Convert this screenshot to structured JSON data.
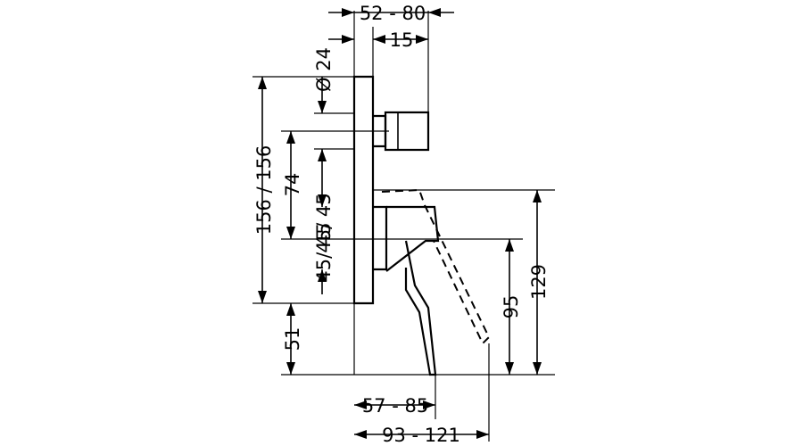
{
  "dimensions": {
    "top_total": "52 - 80",
    "top_offset": "15",
    "diameter": "Ø 24",
    "height_total": "156 / 156",
    "spacing": "74",
    "upper_offset": "45/ 45",
    "lower_offset": "45/ 45",
    "bottom_offset": "51",
    "handle_height": "95",
    "handle_total_height": "129",
    "depth_lower": "57 - 85",
    "depth_total": "93 - 121"
  }
}
